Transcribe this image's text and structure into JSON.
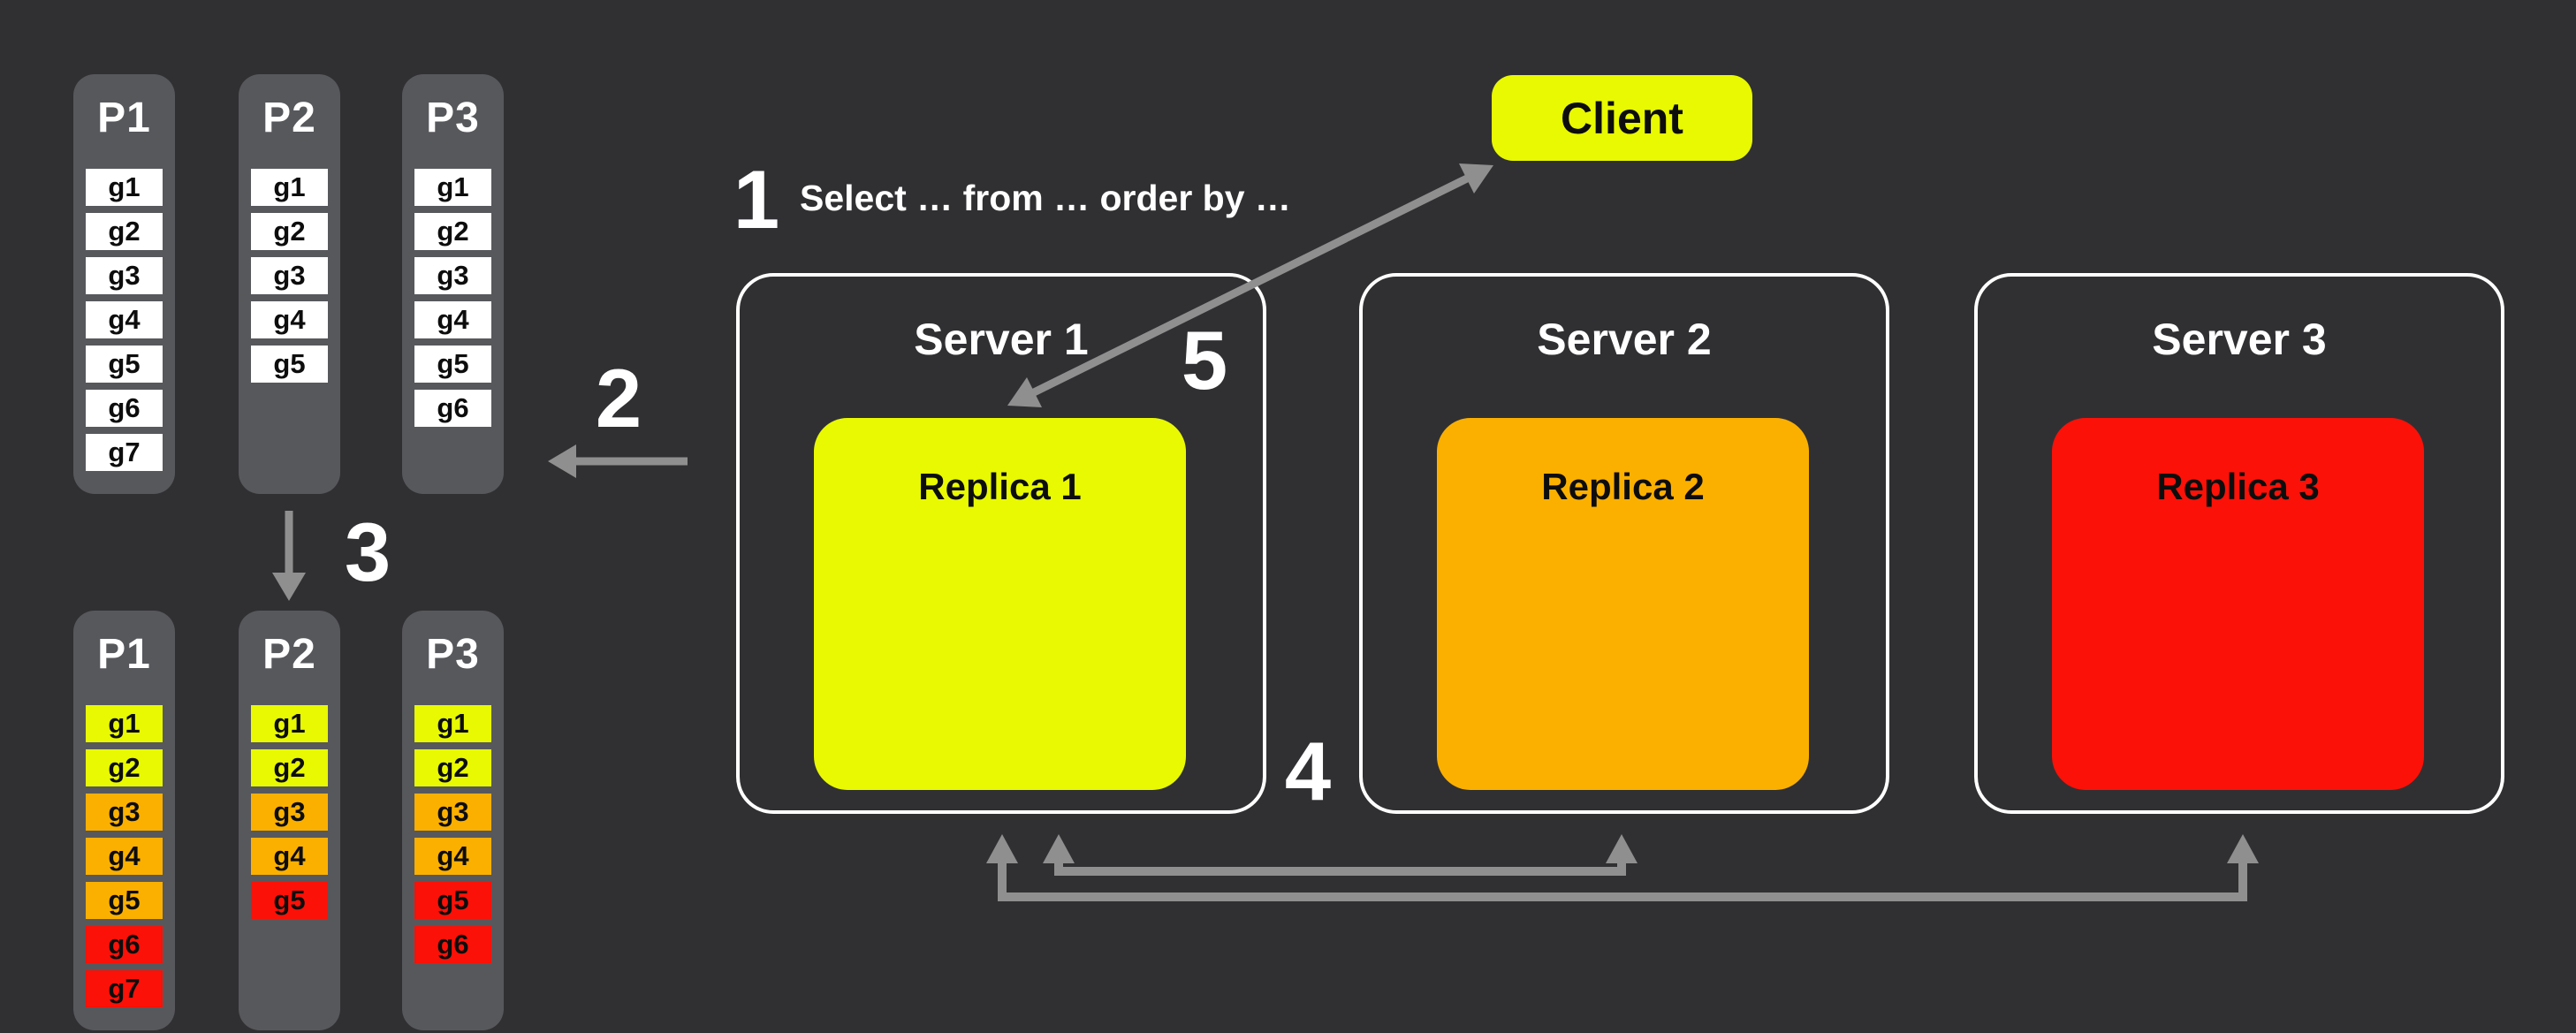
{
  "canvas": {
    "background": "#303033"
  },
  "palette": {
    "panel_gray": "#57585c",
    "cell_white": "#ffffff",
    "yellow": "#e8f902",
    "orange": "#fbb000",
    "red": "#fb1107",
    "arrow_gray": "#8f8f8f",
    "text_light": "#ffffff",
    "text_dark": "#0d0d0d"
  },
  "client": {
    "label": "Client",
    "color": "#e8f902"
  },
  "steps": [
    {
      "number": "1",
      "label": "Select … from … order by …"
    },
    {
      "number": "2"
    },
    {
      "number": "3"
    },
    {
      "number": "4"
    },
    {
      "number": "5"
    }
  ],
  "servers": [
    {
      "label": "Server 1",
      "replica": {
        "label": "Replica 1",
        "color": "#e8f902"
      }
    },
    {
      "label": "Server 2",
      "replica": {
        "label": "Replica 2",
        "color": "#fbb000"
      }
    },
    {
      "label": "Server 3",
      "replica": {
        "label": "Replica 3",
        "color": "#fb1107"
      }
    }
  ],
  "partitions_before": [
    {
      "label": "P1",
      "cells": [
        {
          "label": "g1",
          "color": "#ffffff"
        },
        {
          "label": "g2",
          "color": "#ffffff"
        },
        {
          "label": "g3",
          "color": "#ffffff"
        },
        {
          "label": "g4",
          "color": "#ffffff"
        },
        {
          "label": "g5",
          "color": "#ffffff"
        },
        {
          "label": "g6",
          "color": "#ffffff"
        },
        {
          "label": "g7",
          "color": "#ffffff"
        }
      ]
    },
    {
      "label": "P2",
      "cells": [
        {
          "label": "g1",
          "color": "#ffffff"
        },
        {
          "label": "g2",
          "color": "#ffffff"
        },
        {
          "label": "g3",
          "color": "#ffffff"
        },
        {
          "label": "g4",
          "color": "#ffffff"
        },
        {
          "label": "g5",
          "color": "#ffffff"
        }
      ]
    },
    {
      "label": "P3",
      "cells": [
        {
          "label": "g1",
          "color": "#ffffff"
        },
        {
          "label": "g2",
          "color": "#ffffff"
        },
        {
          "label": "g3",
          "color": "#ffffff"
        },
        {
          "label": "g4",
          "color": "#ffffff"
        },
        {
          "label": "g5",
          "color": "#ffffff"
        },
        {
          "label": "g6",
          "color": "#ffffff"
        }
      ]
    }
  ],
  "partitions_after": [
    {
      "label": "P1",
      "cells": [
        {
          "label": "g1",
          "color": "#e8f902"
        },
        {
          "label": "g2",
          "color": "#e8f902"
        },
        {
          "label": "g3",
          "color": "#fbb000"
        },
        {
          "label": "g4",
          "color": "#fbb000"
        },
        {
          "label": "g5",
          "color": "#fbb000"
        },
        {
          "label": "g6",
          "color": "#fb1107"
        },
        {
          "label": "g7",
          "color": "#fb1107"
        }
      ]
    },
    {
      "label": "P2",
      "cells": [
        {
          "label": "g1",
          "color": "#e8f902"
        },
        {
          "label": "g2",
          "color": "#e8f902"
        },
        {
          "label": "g3",
          "color": "#fbb000"
        },
        {
          "label": "g4",
          "color": "#fbb000"
        },
        {
          "label": "g5",
          "color": "#fb1107"
        }
      ]
    },
    {
      "label": "P3",
      "cells": [
        {
          "label": "g1",
          "color": "#e8f902"
        },
        {
          "label": "g2",
          "color": "#e8f902"
        },
        {
          "label": "g3",
          "color": "#fbb000"
        },
        {
          "label": "g4",
          "color": "#fbb000"
        },
        {
          "label": "g5",
          "color": "#fb1107"
        },
        {
          "label": "g6",
          "color": "#fb1107"
        }
      ]
    }
  ]
}
